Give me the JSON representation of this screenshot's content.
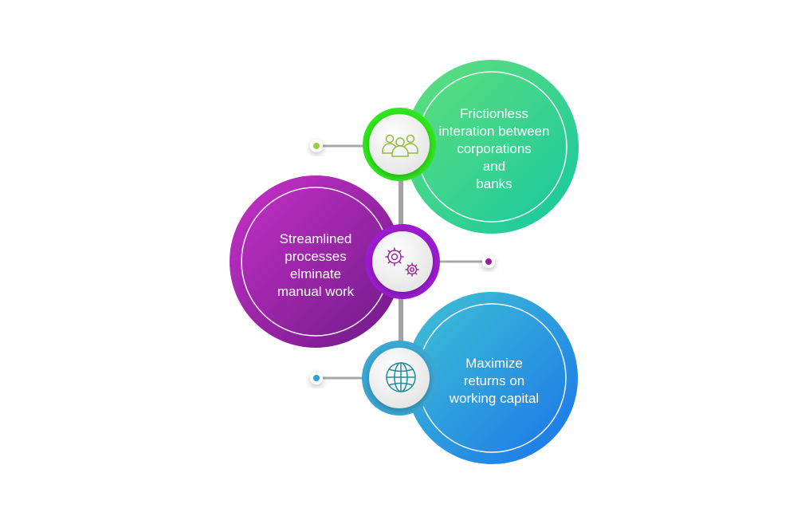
{
  "diagram": {
    "colors": {
      "green_light": "#5ee07a",
      "green_dark": "#17c99a",
      "green_ring": "#2ee81a",
      "purple_light": "#c22fc6",
      "purple_dark": "#7a1a8a",
      "purple_ring": "#9c1bd0",
      "blue_light": "#35b8d8",
      "blue_dark": "#1c7fe6",
      "blue_ring": "#3aa9d6",
      "connector": "#a0a0a0"
    },
    "items": [
      {
        "id": "green",
        "lines": [
          "Frictionless",
          "interation between",
          "corporations",
          "and",
          "banks"
        ],
        "icon": "people-group-icon"
      },
      {
        "id": "purple",
        "lines": [
          "Streamlined",
          "processes",
          "elminate",
          "manual work"
        ],
        "icon": "gears-icon"
      },
      {
        "id": "blue",
        "lines": [
          "Maximize",
          "returns on",
          "working capital"
        ],
        "icon": "globe-icon"
      }
    ]
  }
}
